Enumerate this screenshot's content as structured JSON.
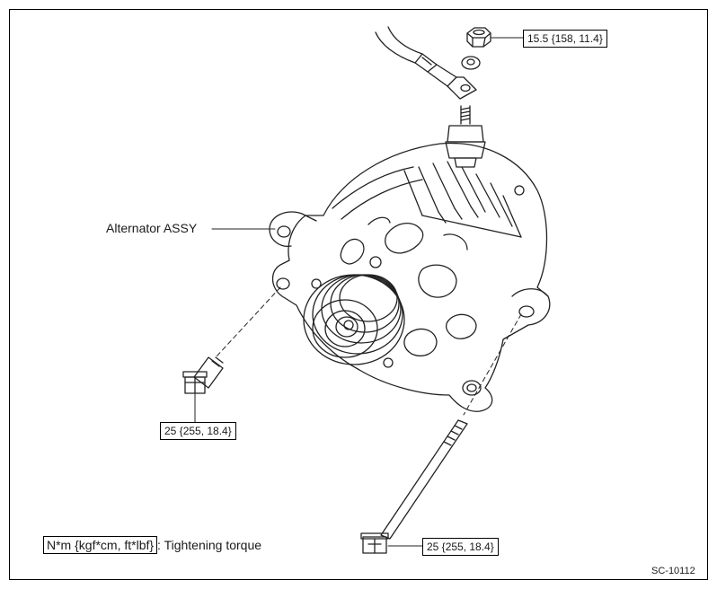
{
  "labels": {
    "part_name": "Alternator ASSY",
    "torque_top": "15.5 {158, 11.4}",
    "torque_left": "25 {255, 18.4}",
    "torque_bottom": "25 {255, 18.4}",
    "legend_units": "N*m {kgf*cm, ft*lbf}",
    "legend_text": ": Tightening torque",
    "figure_code": "SC-10112"
  }
}
